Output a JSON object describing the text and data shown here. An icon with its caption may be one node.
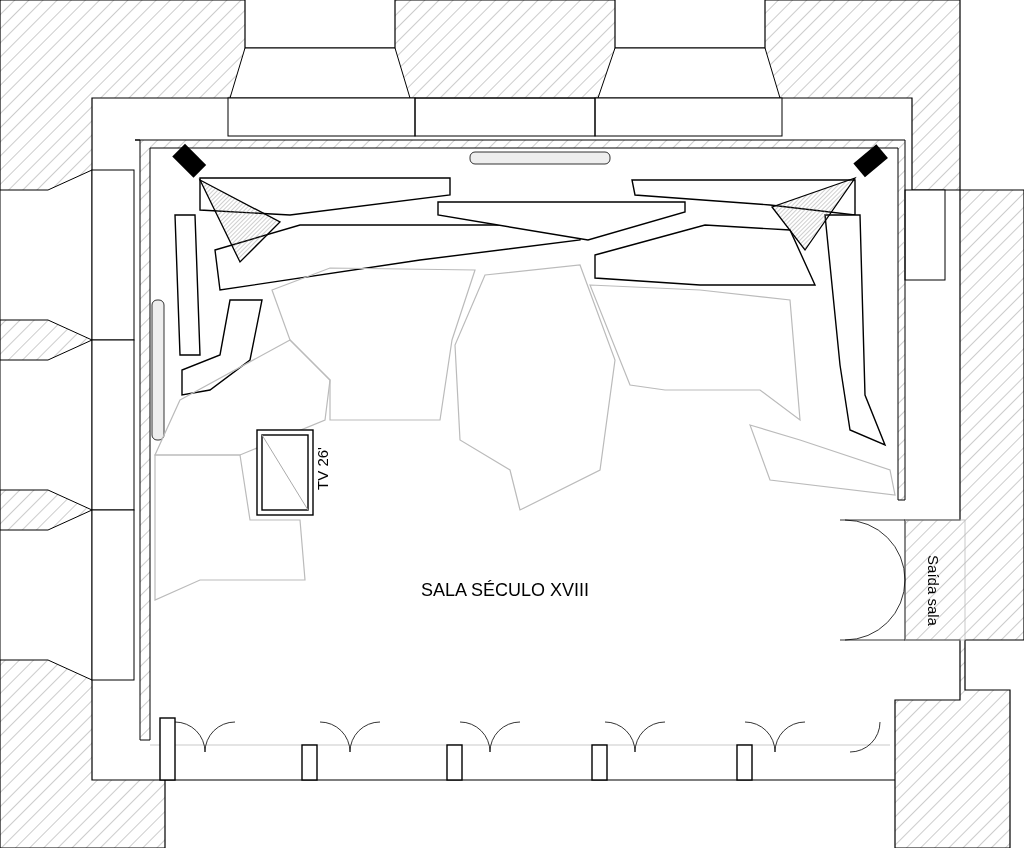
{
  "diagram": {
    "labels": [
      "TV 26'",
      "SALA SÉCULO XVIII",
      "Saída sala"
    ]
  }
}
